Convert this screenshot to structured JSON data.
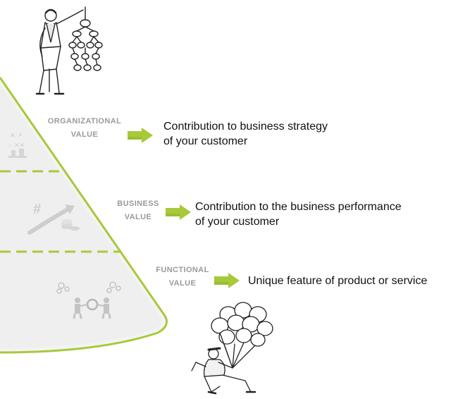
{
  "colors": {
    "accent": "#a7c93a",
    "accent_dark": "#8fb12a",
    "label_gray": "#9a9a9a",
    "text": "#111111",
    "pyramid_fill": "#f3f3f3"
  },
  "levels": [
    {
      "id": "organizational",
      "label_line1": "ORGANIZATIONAL",
      "label_line2": "VALUE",
      "desc_line1": "Contribution to business strategy",
      "desc_line2": "of your customer",
      "icon": "chess-strategy-icon"
    },
    {
      "id": "business",
      "label_line1": "BUSINESS",
      "label_line2": "VALUE",
      "desc_line1": "Contribution to the business performance",
      "desc_line2": "of your customer",
      "icon": "growth-coins-icon"
    },
    {
      "id": "functional",
      "label_line1": "FUNCTIONAL",
      "label_line2": "VALUE",
      "desc_line1": "Unique feature of product or service",
      "desc_line2": "",
      "icon": "people-gears-icon"
    }
  ],
  "illustrations": {
    "top": "man-with-org-chart-icon",
    "bottom": "man-with-balloons-icon"
  }
}
